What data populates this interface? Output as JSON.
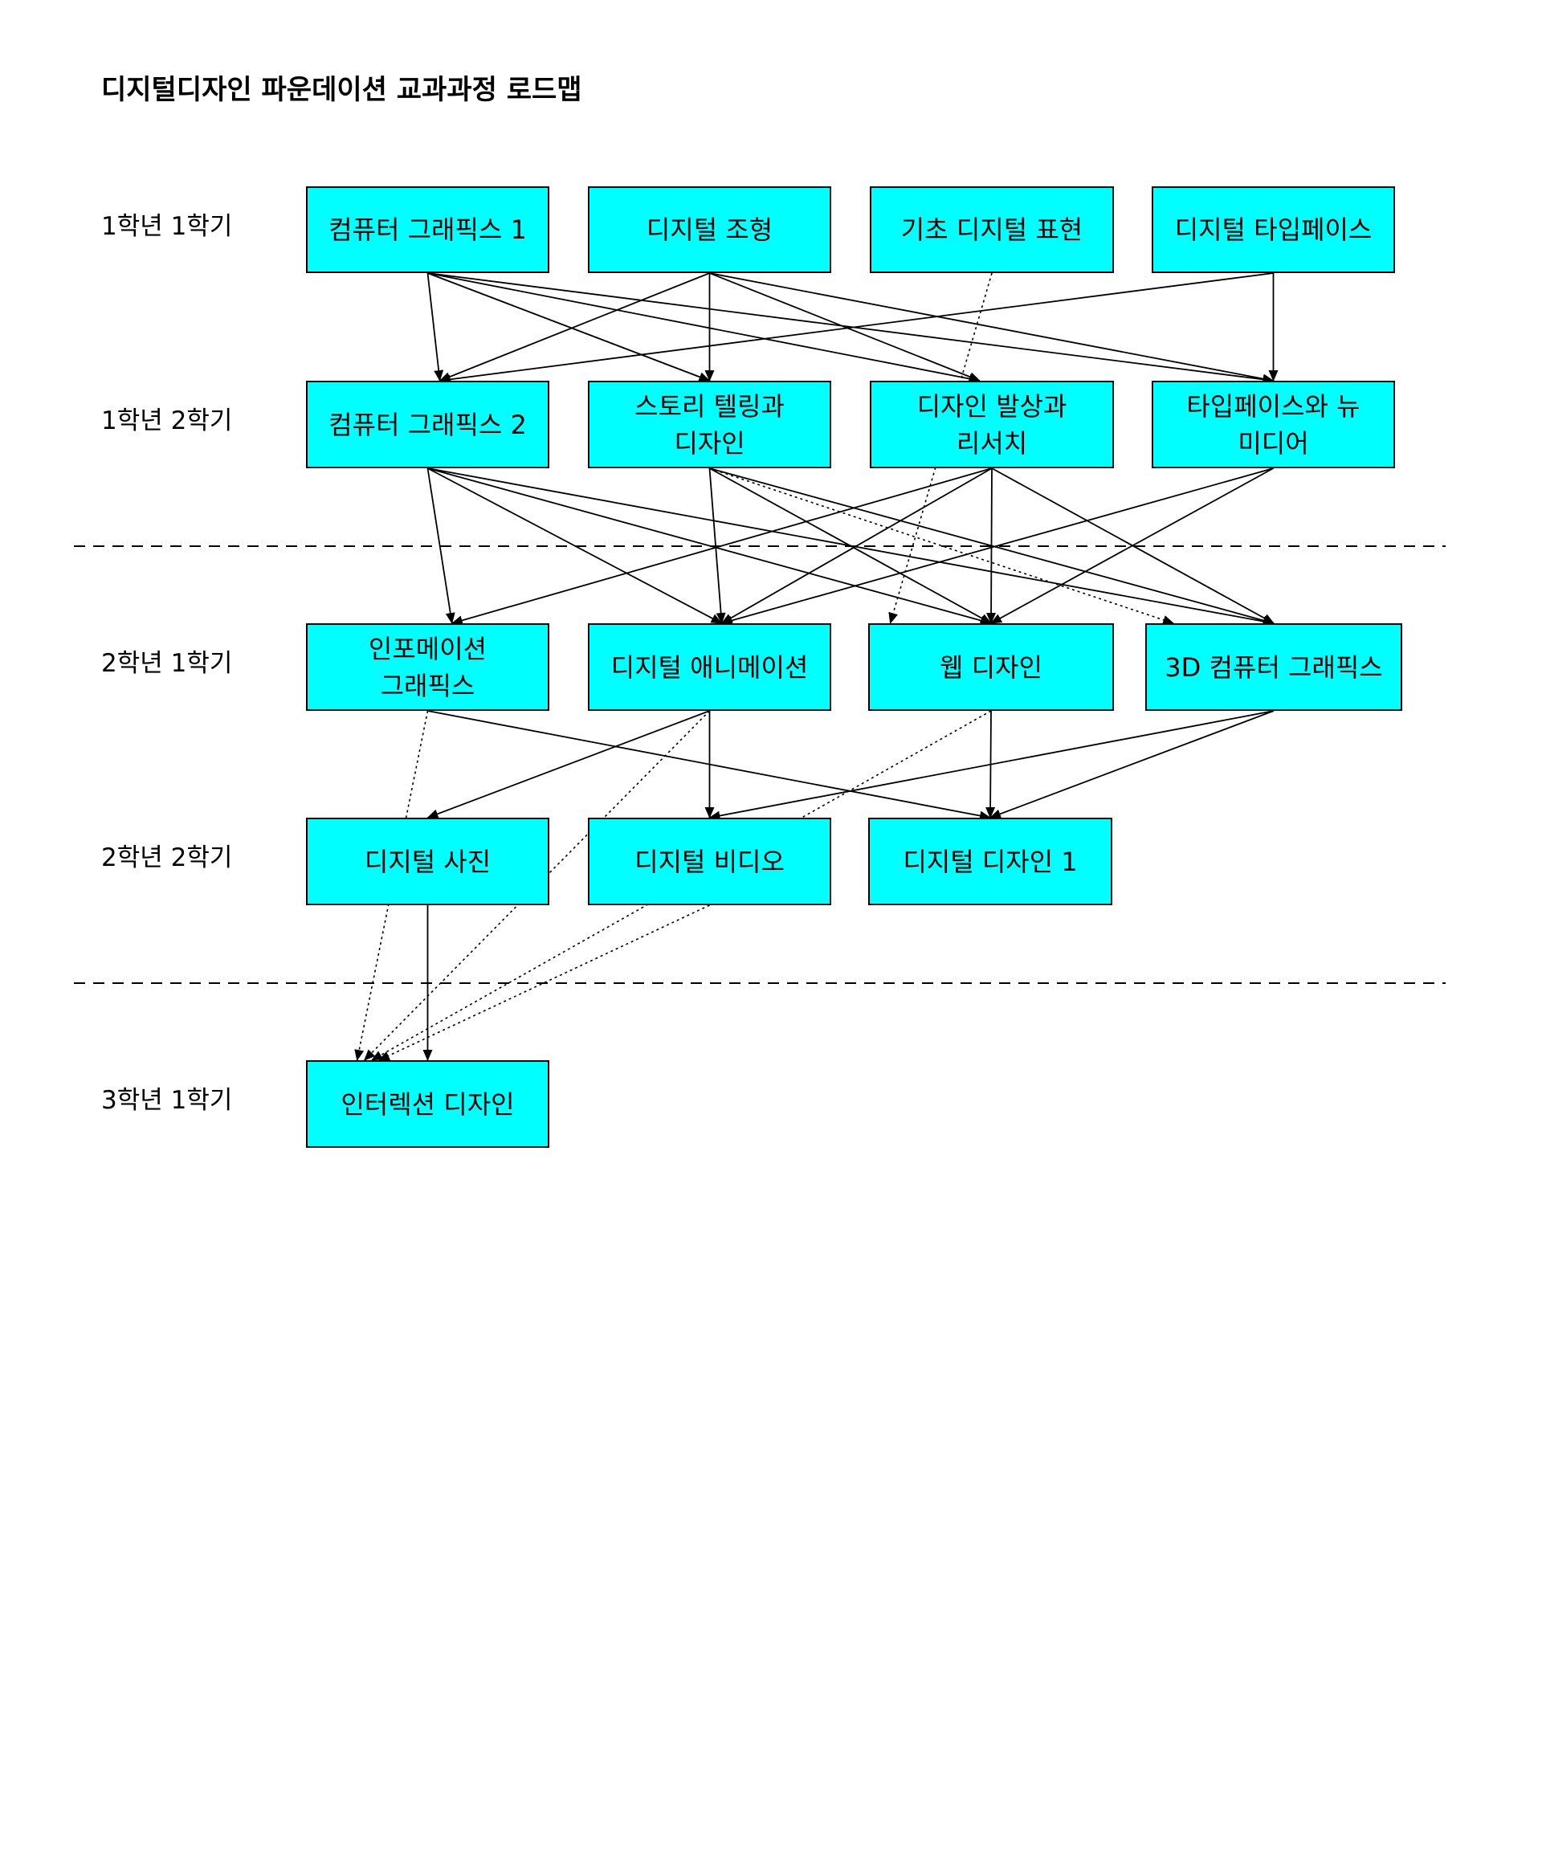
{
  "title": "디지털디자인 파운데이션 교과과정 로드맵",
  "semesters": [
    "1학년 1학기",
    "1학년 2학기",
    "2학년 1학기",
    "2학년 2학기",
    "3학년 1학기"
  ],
  "courses": {
    "cg1": "컴퓨터 그래픽스 1",
    "dform": "디지털 조형",
    "basic": "기초 디지털 표현",
    "typo": "디지털 타입페이스",
    "cg2": "컴퓨터 그래픽스 2",
    "story": "스토리 텔링과 디자인",
    "idea": "디자인 발상과 리서치",
    "typonm": "타입페이스와 뉴미디어",
    "info": "인포메이션 그래픽스",
    "anim": "디지털 애니메이션",
    "web": "웹 디자인",
    "cg3d": "3D 컴퓨터 그래픽스",
    "photo": "디지털 사진",
    "video": "디지털 비디오",
    "dd1": "디지털 디자인 1",
    "inter": "인터렉션 디자인"
  },
  "prerequisites": {
    "solid": [
      [
        "cg1",
        "cg2"
      ],
      [
        "cg1",
        "story"
      ],
      [
        "cg1",
        "idea"
      ],
      [
        "cg1",
        "typonm"
      ],
      [
        "dform",
        "cg2"
      ],
      [
        "dform",
        "story"
      ],
      [
        "dform",
        "idea"
      ],
      [
        "dform",
        "typonm"
      ],
      [
        "typo",
        "cg2"
      ],
      [
        "typo",
        "typonm"
      ],
      [
        "cg2",
        "info"
      ],
      [
        "cg2",
        "anim"
      ],
      [
        "cg2",
        "web"
      ],
      [
        "cg2",
        "cg3d"
      ],
      [
        "story",
        "anim"
      ],
      [
        "story",
        "web"
      ],
      [
        "story",
        "cg3d"
      ],
      [
        "idea",
        "info"
      ],
      [
        "idea",
        "anim"
      ],
      [
        "idea",
        "web"
      ],
      [
        "idea",
        "cg3d"
      ],
      [
        "typonm",
        "anim"
      ],
      [
        "typonm",
        "web"
      ],
      [
        "info",
        "dd1"
      ],
      [
        "anim",
        "photo"
      ],
      [
        "anim",
        "video"
      ],
      [
        "web",
        "dd1"
      ],
      [
        "cg3d",
        "video"
      ],
      [
        "cg3d",
        "dd1"
      ],
      [
        "photo",
        "inter"
      ]
    ],
    "dotted": [
      [
        "cg1",
        "story"
      ],
      [
        "basic",
        "web"
      ],
      [
        "story",
        "cg3d"
      ],
      [
        "info",
        "inter"
      ],
      [
        "anim",
        "inter"
      ],
      [
        "web",
        "inter"
      ],
      [
        "video",
        "inter"
      ]
    ]
  },
  "colors": {
    "box": "#00ffff",
    "border": "#000000",
    "line": "#000000"
  }
}
